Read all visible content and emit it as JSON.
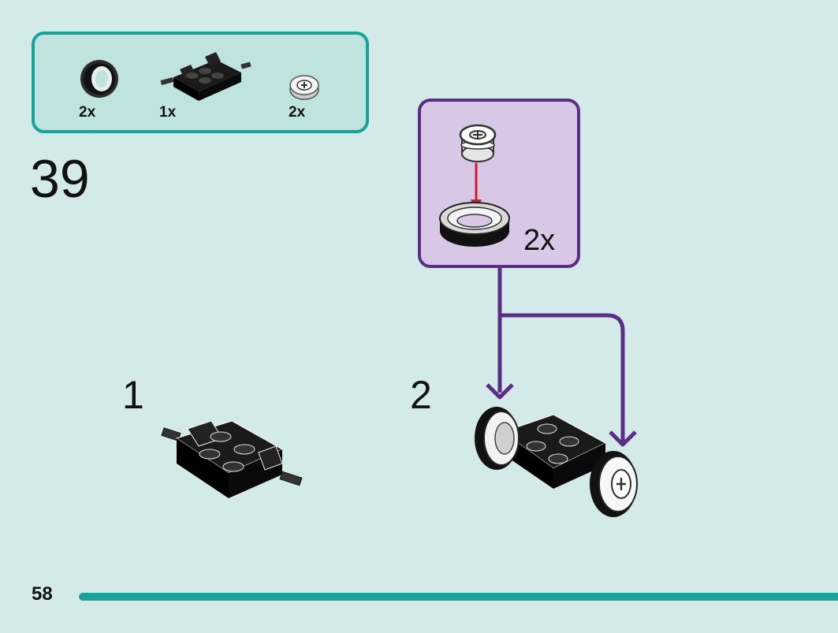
{
  "parts_list": {
    "items": [
      {
        "name": "tire-icon",
        "qty": "2x"
      },
      {
        "name": "axle-plate-icon",
        "qty": "1x"
      },
      {
        "name": "wheel-rim-icon",
        "qty": "2x"
      }
    ]
  },
  "step": {
    "number": "39",
    "substeps": [
      {
        "number": "1"
      },
      {
        "number": "2"
      }
    ],
    "subassembly": {
      "qty": "2x"
    }
  },
  "page": {
    "number": "58"
  },
  "colors": {
    "accent": "#17a39a",
    "subassembly_border": "#5c2d87",
    "subassembly_fill": "#d8c8e6",
    "arrow_red": "#d3192c",
    "background": "#d3eae8"
  }
}
